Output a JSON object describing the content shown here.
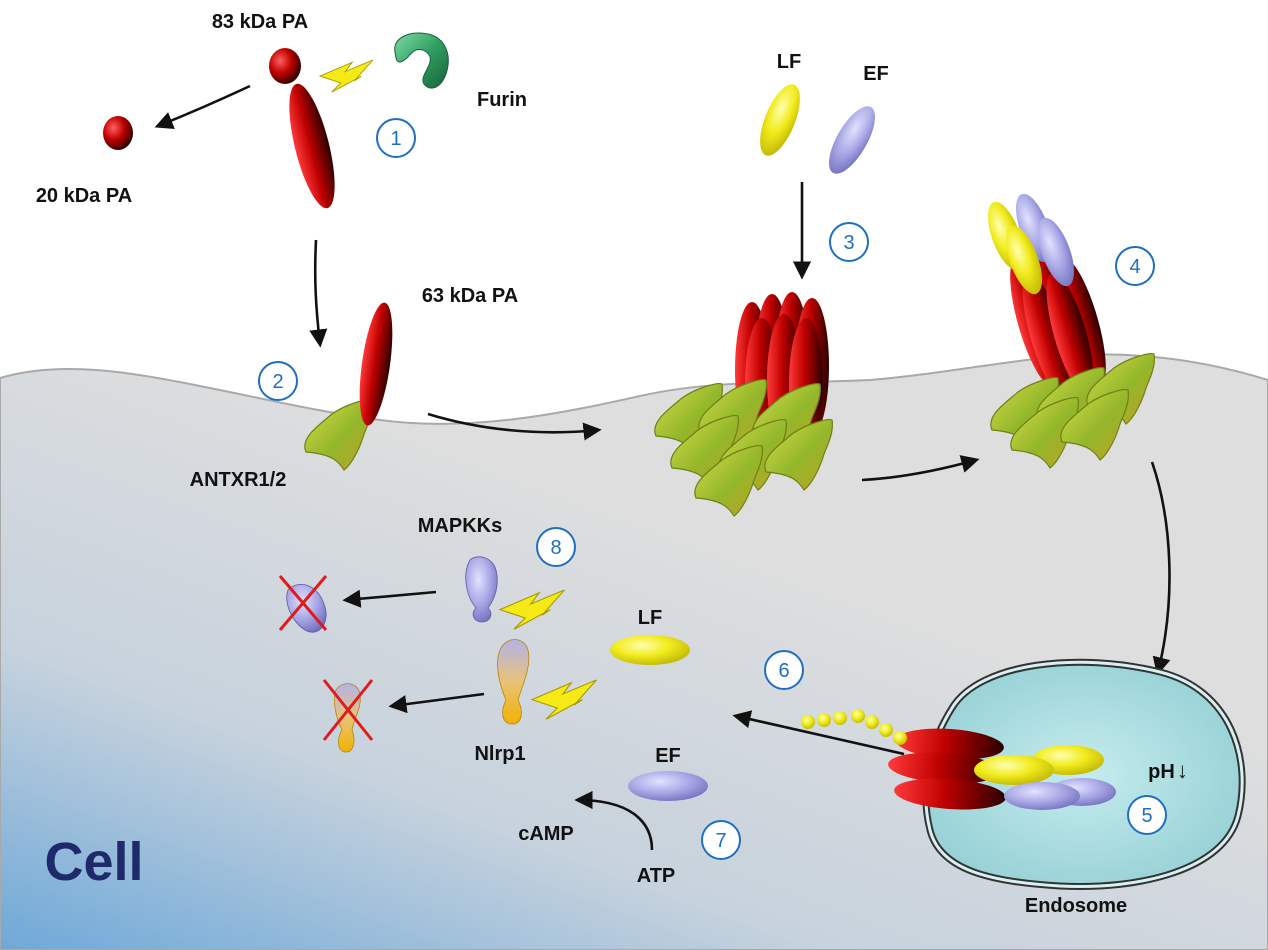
{
  "labels": {
    "pa83": "83 kDa PA",
    "furin": "Furin",
    "pa20": "20 kDa PA",
    "pa63": "63 kDa PA",
    "antxr": "ANTXR1/2",
    "lf_top": "LF",
    "ef_top": "EF",
    "mapkks": "MAPKKs",
    "lf_mid": "LF",
    "nlrp1": "Nlrp1",
    "ef_mid": "EF",
    "camp": "cAMP",
    "atp": "ATP",
    "ph": "pH",
    "ph_arrow": "↓",
    "endosome": "Endosome",
    "cell": "Cell"
  },
  "steps": [
    "1",
    "2",
    "3",
    "4",
    "5",
    "6",
    "7",
    "8"
  ],
  "icons": {
    "cleavage": "lightning-bolt-icon",
    "inactivated": "red-cross-icon"
  },
  "colors": {
    "pa": "#c40000",
    "receptor": "#9fb52a",
    "lf": "#f2ec1e",
    "ef": "#a9a8e6",
    "furin": "#2fa061",
    "endosome": "#a8dde0",
    "step_circle": "#1f6fbf",
    "cell_title": "#1f2a6b",
    "cross": "#e01b1b"
  }
}
